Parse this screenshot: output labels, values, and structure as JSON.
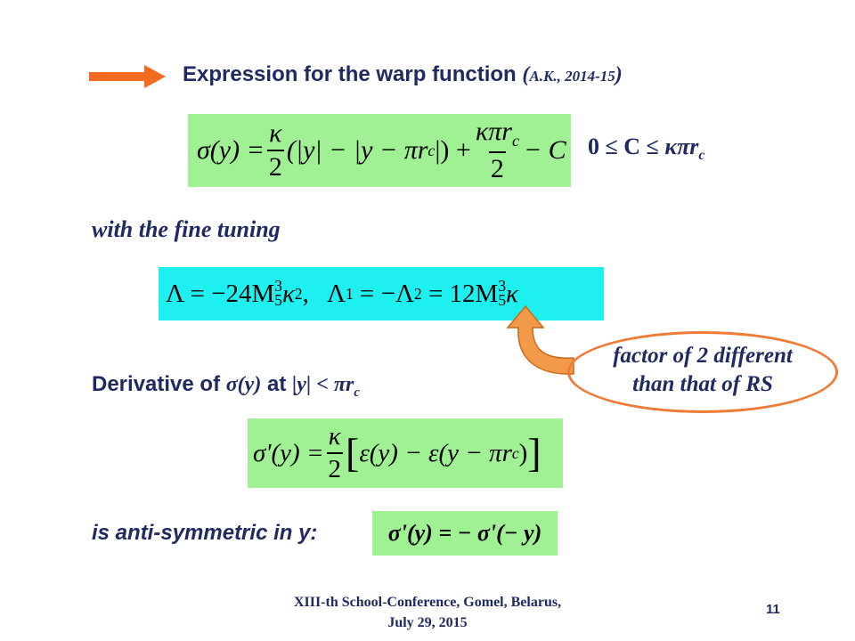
{
  "title": {
    "main": "Expression for the warp function",
    "open_paren": "(",
    "citation": "A.K., 2014-15",
    "close_paren": ")"
  },
  "colors": {
    "accent_arrow": "#f26b1f",
    "title_text": "#1f2a60",
    "green_box": "#a0f094",
    "cyan_box": "#1ef0f0",
    "oval_border": "#ee7b36",
    "note_text": "#1f2a60"
  },
  "equations": {
    "warp_function": {
      "lhs": "σ(y) =",
      "kappa": "κ",
      "two": "2",
      "abs_part": "(|y| − |y − πr",
      "sub_c": "c",
      "abs_close": "|) +",
      "num2": "κπr",
      "tail": "− C"
    },
    "constraint": {
      "text": "0 ≤ C ≤ ",
      "kpr": "κπr",
      "sub": "c"
    },
    "fine_tuning": {
      "part1": "Λ = −24M",
      "sup3": "3",
      "sub5": "5",
      "part2": "κ",
      "sup2": "2",
      "part3": ",   Λ",
      "sub1": "1",
      "part4": " = −Λ",
      "sub2": "2",
      "part5": " = 12M",
      "part6": "κ"
    },
    "derivative": {
      "lhs": "σ'(y) =",
      "kappa": "κ",
      "two": "2",
      "bracket_content": "ε(y) − ε(y − πr",
      "sub_c": "c",
      "close": ")"
    },
    "antisymmetric": {
      "text": "σ'(y) = − σ'(− y)"
    }
  },
  "text": {
    "fine_tuning_label": "with the fine tuning",
    "derivative_label_a": "Derivative of ",
    "derivative_label_b": "σ(y)",
    "derivative_label_c": " at ",
    "derivative_label_d": "|y| < πr",
    "derivative_label_sub": "c",
    "antisym_label": "is anti-symmetric in y:",
    "note_line1": "factor of 2 different",
    "note_line2": "than that of RS"
  },
  "footer": {
    "conference_line1": "XIII-th School-Conference, Gomel, Belarus,",
    "conference_line2": "July 29, 2015",
    "page_number": "11"
  }
}
